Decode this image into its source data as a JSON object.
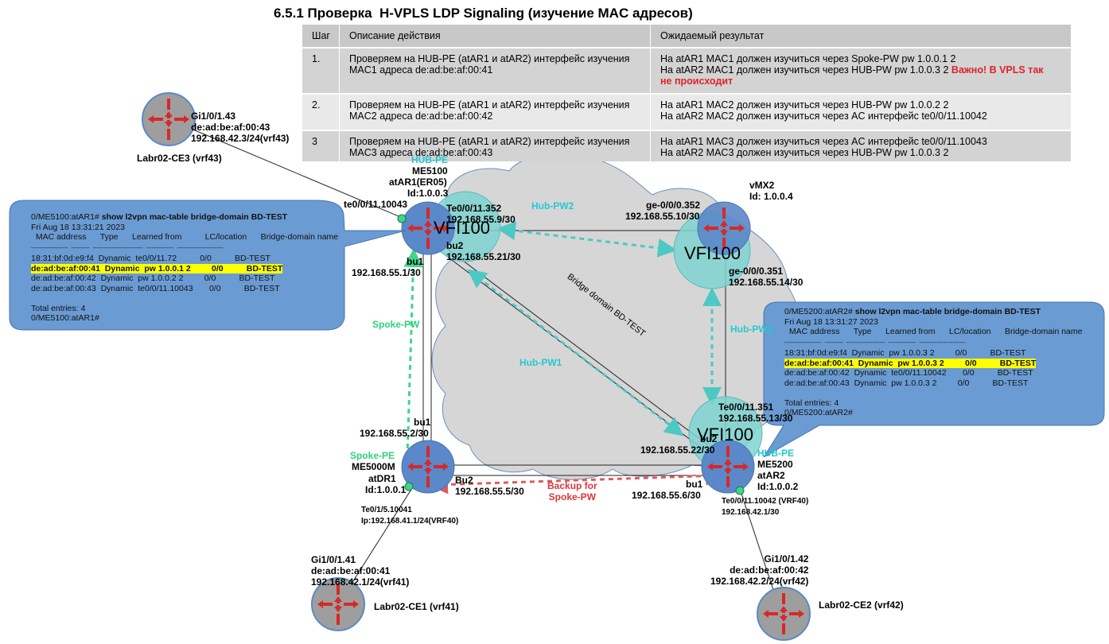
{
  "title": "6.5.1 Проверка  H-VPLS LDP Signaling (изучение MAC адресов)",
  "table": {
    "headers": [
      "Шаг",
      "Описание действия",
      "Ожидаемый результат"
    ],
    "rows": [
      {
        "step": "1.",
        "desc1": "Проверяем на HUB-PE (atAR1 и atAR2) интерфейс изучения",
        "desc2": "MAC1 адреса de:ad:be:af:00:41",
        "res1": "На atAR1 MAC1 должен изучиться через Spoke-PW  pw 1.0.0.1 2",
        "res2": "На atAR2 MAC1 должен изучиться через HUB-PW  pw 1.0.0.3 2",
        "warn1": "Важно! В VPLS так",
        "warn2": "не происходит"
      },
      {
        "step": "2.",
        "desc1": "Проверяем на HUB-PE (atAR1 и atAR2) интерфейс изучения",
        "desc2": "MAC2 адреса de:ad:be:af:00:42",
        "res1": "На atAR1 MAC2 должен изучиться через HUB-PW  pw 1.0.0.2 2",
        "res2": "На atAR2 MAC2 должен изучиться через AC интерфейс  te0/0/11.10042"
      },
      {
        "step": "3",
        "desc1": "Проверяем на HUB-PE (atAR1 и atAR2) интерфейс изучения",
        "desc2": "MAC3 адреса de:ad:be:af:00:43",
        "res1": "На atAR1 MAC3 должен изучиться через AC интерфейс  te0/0/11.10043",
        "res2": "На atAR2 MAC3 должен изучиться через HUB-PW  pw 1.0.0.3 2"
      }
    ]
  },
  "ce3": {
    "l1": "Gi1/0/1.43",
    "l2": "de:ad:be:af:00:43",
    "l3": "192.168.42.3/24(vrf43)",
    "name": "Labr02-CE3 (vrf43)"
  },
  "ce1": {
    "l1": "Gi1/0/1.41",
    "l2": "de:ad:be:af:00:41",
    "l3": "192.168.42.1/24(vrf41)",
    "name": "Labr02-CE1 (vrf41)"
  },
  "ce2": {
    "l1": "Gi1/0/1.42",
    "l2": "de:ad:be:af:00:42",
    "l3": "192.168.42.2/24(vrf42)",
    "name": "Labr02-CE2 (vrf42)"
  },
  "ar1": {
    "role": "HUB-PE",
    "model": "ME5100",
    "name": "atAR1(ER05)",
    "id": "Id:1.0.0.3",
    "ac": "te0/0/11.10043",
    "te": "Te0/0/11.352",
    "te_ip": "192.168.55.9/30",
    "bu2": "bu2",
    "bu2_ip": "192.168.55.21/30",
    "bu1": "bu1",
    "bu1_ip": "192.168.55.1/30",
    "vfi": "VFI100"
  },
  "mx2": {
    "name": "vMX2",
    "id": "Id: 1.0.0.4",
    "ge1": "ge-0/0/0.352",
    "ge1_ip": "192.168.55.10/30",
    "ge2": "ge-0/0/0.351",
    "ge2_ip": "192.168.55.14/30",
    "vfi": "VFI100"
  },
  "ar2": {
    "role": "HUB-PE",
    "model": "ME5200",
    "name": "atAR2",
    "id": "Id:1.0.0.2",
    "te": "Te0/0/11.351",
    "te_ip": "192.168.55.13/30",
    "bu2": "bu2",
    "bu2_ip": "192.168.55.22/30",
    "bu1": "bu1",
    "bu1_ip": "192.168.55.6/30",
    "ac": "Te0/0/11.10042 (VRF40)",
    "ac_ip": "192.168.42.1/30",
    "vfi": "VFI100"
  },
  "dr1": {
    "role": "Spoke-PE",
    "model": "ME5000M",
    "name": "atDR1",
    "id": "Id:1.0.0.1",
    "bu1": "bu1",
    "bu1_ip": "192.168.55.2/30",
    "bu2": "Bu2",
    "bu2_ip": "192.168.55.5/30",
    "ac": "Te0/1/5.10041",
    "ac_ip": "Ip:192.168.41.1/24(VRF40)"
  },
  "links": {
    "hub_pw1": "Hub-PW1",
    "hub_pw2_top": "Hub-PW2",
    "hub_pw2_right": "Hub-PW2",
    "spoke_pw": "Spoke-PW",
    "backup1": "Backup for",
    "backup2": "Spoke-PW",
    "bridge_domain": "Bridge domain BD-TEST"
  },
  "term1": {
    "prompt": "0/ME5100:atAR1#",
    "cmd": "show l2vpn mac-table bridge-domain BD-TEST",
    "date": "Fri Aug 18 13:31:21 2023",
    "header": "  MAC address      Type      Learned from          LC/location      Bridge-domain name",
    "sep": "--------------------  ----------  ---------------------------  ---------------  -------------------------",
    "row1": "18:31:bf:0d:e9:f4  Dynamic  te0/0/11.72          0/0          BD-TEST",
    "row2": "de:ad:be:af:00:41  Dynamic  pw 1.0.0.1 2         0/0          BD-TEST",
    "row3": "de:ad:be:af:00:42  Dynamic  pw 1.0.0.2 2         0/0          BD-TEST",
    "row4": "de:ad:be:af:00:43  Dynamic  te0/0/11.10043       0/0          BD-TEST",
    "total": "Total entries: 4",
    "end": "0/ME5100:atAR1#"
  },
  "term2": {
    "prompt": "0/ME5200:atAR2#",
    "cmd": "show l2vpn mac-table bridge-domain BD-TEST",
    "date": "Fri Aug 18 13:31:27 2023",
    "header": "  MAC address      Type      Learned from      LC/location      Bridge-domain name",
    "sep": "--------------------  ----------  ---------------------  ---------------  -------------------------",
    "row1": "18:31:bf:0d:e9:f4  Dynamic  pw 1.0.0.3 2         0/0          BD-TEST",
    "row2": "de:ad:be:af:00:41  Dynamic  pw 1.0.0.3 2         0/0          BD-TEST",
    "row3": "de:ad:be:af:00:42  Dynamic  te0/0/11.10042       0/0          BD-TEST",
    "row4": "de:ad:be:af:00:43  Dynamic  pw 1.0.0.3 2         0/0          BD-TEST",
    "total": "Total entries: 4",
    "end": "0/ME5200:atAR2#"
  },
  "colors": {
    "router": "#5b88c9",
    "vfi": "#7fd4d0",
    "cloud": "#d6d6d6",
    "callout": "#6a9bd3",
    "hub_pw": "#4cc9c4",
    "spoke_pw": "#3fd68a",
    "backup": "#e05a5a",
    "warn": "#e0222a"
  }
}
